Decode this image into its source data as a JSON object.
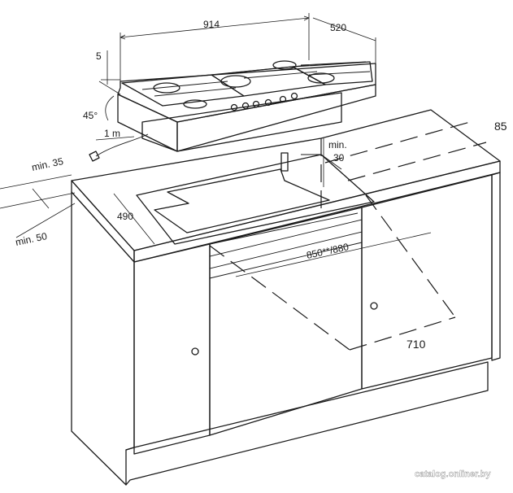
{
  "dimensions": {
    "hob_width": "914",
    "hob_depth": "520",
    "hob_height": "5",
    "hob_angle": "45°",
    "cable_length": "1 m",
    "min_side": "min. 35",
    "min_front": "min. 50",
    "cutout_depth": "490",
    "cutout_width": "850**/880",
    "min_rear_label": "min.",
    "min_rear_value": "30",
    "rear_depth": "85",
    "oven_depth": "710"
  },
  "watermark": "catalog.onliner.by",
  "colors": {
    "line": "#1a1a1a",
    "hob_top": "#e8e8e8",
    "hob_side": "#d0d0d0",
    "cutout": "#d4d4d4",
    "background": "#ffffff"
  }
}
